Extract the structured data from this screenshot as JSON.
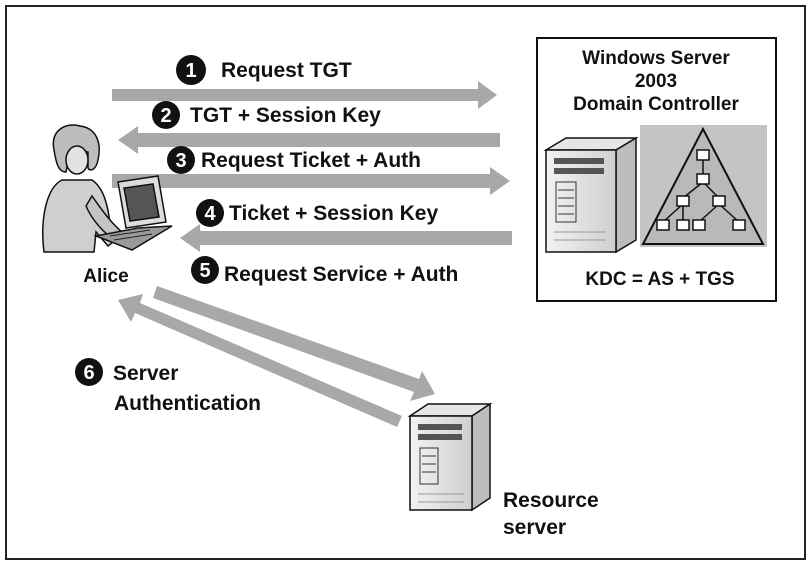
{
  "actors": {
    "client_label": "Alice",
    "dc_title_line1": "Windows Server",
    "dc_title_line2": "2003",
    "dc_title_line3": "Domain Controller",
    "kdc_label": "KDC = AS + TGS",
    "resource_line1": "Resource",
    "resource_line2": "server"
  },
  "steps": [
    {
      "num": "1",
      "label": "Request TGT",
      "direction": "to-kdc"
    },
    {
      "num": "2",
      "label": "TGT + Session Key",
      "direction": "to-client"
    },
    {
      "num": "3",
      "label": "Request Ticket + Auth",
      "direction": "to-kdc"
    },
    {
      "num": "4",
      "label": "Ticket + Session Key",
      "direction": "to-client"
    },
    {
      "num": "5",
      "label": "Request Service + Auth",
      "direction": "to-resource"
    },
    {
      "num": "6",
      "label_line1": "Server",
      "label_line2": "Authentication",
      "direction": "to-client"
    }
  ],
  "colors": {
    "arrow": "#a8a8a8",
    "border": "#222222",
    "triangle_fill": "#b9b9b9"
  }
}
